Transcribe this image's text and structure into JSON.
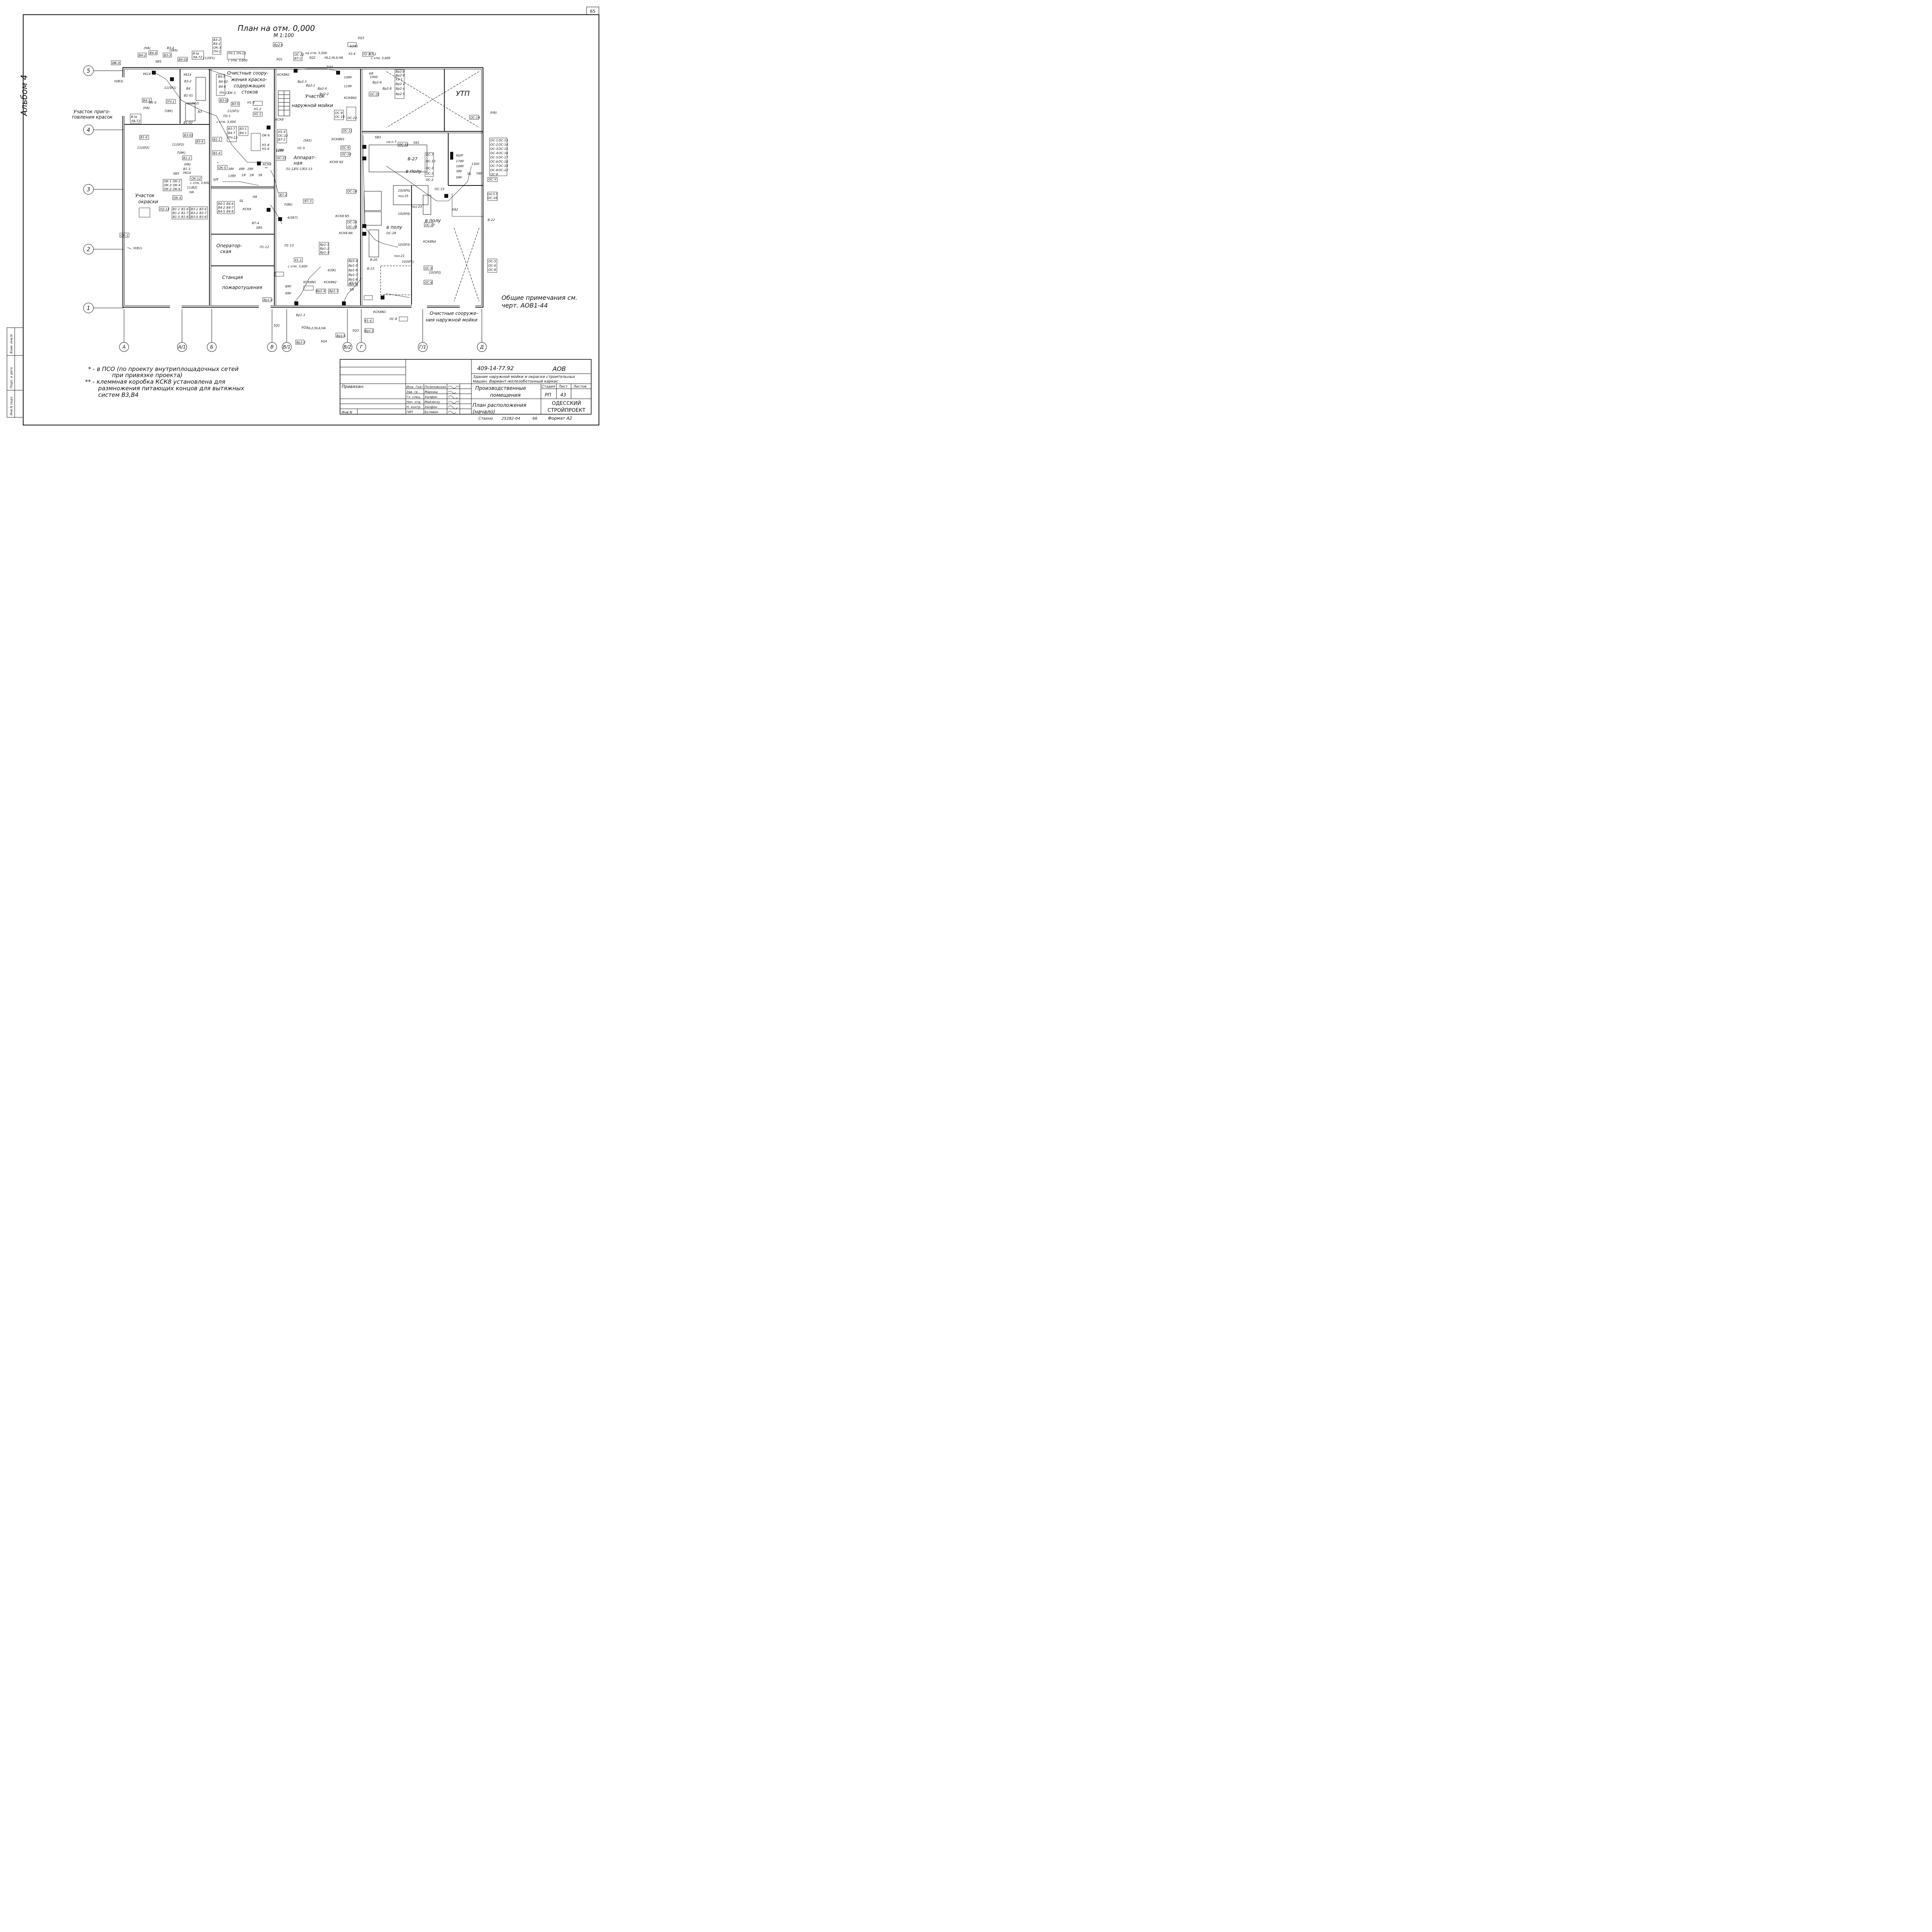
{
  "sheet": {
    "page_number": "65",
    "album": "Альбом 4",
    "plan_title": "План на отм. 0,000",
    "plan_scale": "М 1:100"
  },
  "axes": {
    "rows": [
      "1",
      "2",
      "3",
      "4",
      "5"
    ],
    "cols": [
      "А",
      "А/1",
      "Б",
      "В",
      "В/1",
      "В/2",
      "Г",
      "Г/1",
      "Д"
    ]
  },
  "rooms": {
    "paint_prep": [
      "Участок приго-",
      "товления красок"
    ],
    "paint_area": [
      "Участок",
      "окраски"
    ],
    "treatment_paint": [
      "Очистные соору-",
      "жения краско-",
      "содержащих",
      "стоков"
    ],
    "outdoor_wash": [
      "Участок",
      "наружной мойки"
    ],
    "utp": "УТП",
    "apparatus": [
      "Аппарат-",
      "ная"
    ],
    "operator": [
      "Оператор-",
      "ская"
    ],
    "fire_station": [
      "Станция",
      "пожаротушения"
    ],
    "treatment_wash": [
      "Очистные сооруже-",
      "ния наружной мойки"
    ],
    "in_floor_1": "в полу",
    "in_floor_2": "в полу",
    "in_floor_3": "в полу"
  },
  "notes": {
    "general_1": "Общие примечания см.",
    "general_2": "черт. АОВ1-44",
    "star_1": "* - в ПСО (по проекту внутриплощадочных сетей",
    "star_2": "при привязке проекта)",
    "dstar_1": "** - клеммная коробка КСК8 установлена для",
    "dstar_2": "размножения питающих концов для вытяжных",
    "dstar_3": "систем В3,В4"
  },
  "labels": {
    "ok3": "ОК-3",
    "v4_2": "В4-2",
    "na_top": "(НА)",
    "v4_4": "В4-4",
    "sbs": "SBS",
    "sb5_top": "(SB5)",
    "v3_4": "В3-4",
    "v3_3": "В3-3",
    "v4_01": "В4-01",
    "v3_ia": "В-Іа",
    "ia_t2": "ЛА-Т2",
    "sp1_top": "11(SP1)",
    "pu1": "ПЧ-1",
    "pu13": "ПЧ-13",
    "s_otm_3600a": "с отм. 3,600",
    "v3_2stack": "В3-2",
    "v4_2stack": "В4-2",
    "ok3stack": "ОК-3",
    "pu1stack": "ПЧ-1",
    "u614": "У614",
    "u614b": "У614",
    "v4": "В4",
    "v3": "В3",
    "v3_2": "В3-2",
    "v1_01": "В1-01",
    "v4_5": "В4-5",
    "v4_02": "В4-02",
    "v4_6": "В4-6",
    "pu13b": "ПЧ-13",
    "ok3b": "ОК-3",
    "v4_3": "В4-3",
    "na_l": "(НА)",
    "v1_s": "В1-S",
    "pu1b": "ПЧ-1",
    "k8_7": "7(8К)",
    "v_ia": "В-Іа",
    "ia_t2b": "ЛА-Т2",
    "sp1_l": "11(SP1)",
    "sp2_l": "11(SP2)",
    "sp2_m": "11(SP2)",
    "sp2_b": "11(SP2)",
    "v1_02": "В1-02",
    "v3_01": "В3-01",
    "v3_6": "В3-6",
    "v1_6": "В1-6",
    "v3_s": "В3-S",
    "v3_01b": "В3-01",
    "sp1_m": "11(SP1)",
    "p2_1": "П2-1",
    "s_otm_3600b": "с отм. 3,600",
    "v3_7": "В3-7",
    "v4_7": "В4-7",
    "pu13c": "ПЧ-13",
    "v3_1": "В3-1",
    "v4_1": "В4-1",
    "n1_3": "Н1-3",
    "n1_2": "Н1-2",
    "n1_1": "Н1-1",
    "ksk8_top": "КСК8",
    "v1_1": "В1-1",
    "v1_4": "В1-4",
    "v1_2": "В1-2",
    "na_m": "(НА)",
    "v1_3": "В1-3",
    "u614c": "У614",
    "k8_7b": "7(8К)",
    "sb5": "SB5",
    "ok_s": "ОК-S",
    "ok_1": "ОК-1",
    "ok_2": "ОК-2",
    "ok_3": "ОК-3",
    "ok_4": "ОК-4",
    "ok_2b": "ОК-2",
    "ok_6": "ОК-6",
    "ok_4b": "ОК-4",
    "ok_12": "ОК-12",
    "v82": "11(В2)",
    "na_b": "НА",
    "p2_13": "П2-13",
    "s_otm_3600c": "с отм. 3,600",
    "y3": "3ЯУ",
    "y4": "4ЯУ",
    "y2": "2ЯУ",
    "ksk8_m": "КСК8",
    "dstar": "**",
    "star": "*",
    "y12": "12ЯУ",
    "y13": "13ЯУ",
    "ya1": "1Я",
    "ya2": "2Я",
    "ya3": "3Я",
    "shu": "ШУ",
    "shch": "Щ",
    "v1_1t": "В1-1",
    "v1_6t": "В1-6",
    "v1_2t": "В1-2",
    "v1_7t": "В1-7",
    "v1_5t": "В1-5",
    "v1_8t": "В1-8",
    "v3_1t": "В3-1",
    "v3_6t": "В3-6",
    "v3_2t": "В3-2",
    "v3_7t": "В3-7",
    "v3_st": "В3-S",
    "v3_8t": "В3-8",
    "v4_1t": "В4-1",
    "v4_6t": "В4-6",
    "v4_2t": "В4-2",
    "v4_7t": "В4-7",
    "v4_st": "В4-S",
    "v4_8t": "В4-8",
    "ksk8_b": "КСК8",
    "na_bb": "НА",
    "k8_7c": "7(8К)",
    "sk7": "6(SK7)",
    "v87_2": "В7-2",
    "v87_3": "В7-3",
    "v87_4": "В7-4",
    "sbs_b": "SBS",
    "p1_12": "П1-12",
    "p1_13": "П1-13",
    "u1_1": "У1-1",
    "s_otm_3600d": "с отм. 3,600",
    "sq1": "SQ1",
    "sq2": "SQ2",
    "sq4": "SQ4",
    "sq3": "SQ3",
    "sk": "6(SK)",
    "hl": "НL2,НL4,НА",
    "na_otm": "на отм. 5,500",
    "vr2_3": "Вр2-3",
    "vr2_1": "Вр2-1",
    "vr2_4": "Вр2-4",
    "vr2_2": "Вр2-2",
    "vr2_6": "Вр2-6",
    "oc22": "ОС-22",
    "v87_2t": "В7-2",
    "ksk8n1": "КСК8N1",
    "ksk8n2": "КСК8N2",
    "ksk8n3": "КСК8N3",
    "ksk8n2b": "КСК8 N2",
    "ksk8n5": "КСК8 N5",
    "ksk8n6": "КСК8 N6",
    "ksk8n4": "КСК8N4",
    "ksk8n1b": "КСК8N1",
    "ksk8n2c": "КСК8N2",
    "ksk8n1c": "КСК8N1",
    "y10": "10ЯУ",
    "y11": "11ЯУ",
    "ya6": "6Я",
    "n1000": "1000",
    "u2_4": "У2-4",
    "u2_1": "У2-1",
    "v87_2u": "В7-2",
    "s_otm_3600e": "с отм. 3,600",
    "vr2_8": "Вр2-8",
    "vr2_9": "Вр2-9",
    "u2_1b": "У2-1",
    "vr2_1b": "Вр2-1",
    "vr2_4b": "Вр2-4",
    "vr2_5": "Вр2-5",
    "vr2_9b": "Вр2-9",
    "vr2_8b": "Вр2-8",
    "oc22b": "ОС-22",
    "oc9": "ОС-9",
    "oc19": "ОС-19",
    "oc22c": "ОС-22",
    "oc11": "ОС-11",
    "oc9b": "ОС-9",
    "oc10": "ОС-10",
    "n1_4": "Н1-4",
    "oc22d": "ОС-22",
    "v87_2v": "В7-2",
    "n1_5": "Н1-5",
    "ok_6b": "ОК-6",
    "n1_8": "Н1-8",
    "n1_6": "Н1-6",
    "y12b": "12ЯУ",
    "sa1": "(SA1)",
    "oc22e": "ОС-22",
    "p1_12b": "П1-12",
    "p1_13b": "П1-13",
    "p2_13b": "П2-13",
    "sb3": "SB3",
    "smp7": "см.п.7",
    "ya1_r": "УА1",
    "oc12": "ОС-12",
    "v27": "В-27",
    "oc18": "ОС-18",
    "oc19b": "ОС-19",
    "sps": "10(SPS)",
    "poz25": "поз.25",
    "poz23": "поз.23",
    "sp4": "10(SP4)",
    "oc17": "ОС-17",
    "oc15": "ОС-15",
    "oc7": "ОС-7",
    "oc13": "ОС-13",
    "oc3": "ОС-3",
    "oc1": "ОС-1",
    "oc2": "ОС-2",
    "y17": "17ЯУ",
    "y18": "18ЯУ",
    "y3r": "3ЯУ",
    "y5": "5ЯУ",
    "y7": "7ЯУ",
    "sch_r": "Щ",
    "n1300": "1300",
    "ocy": "ОС-Ч",
    "shr": "6ШР",
    "na_r": "(НА)",
    "oc14": "ОС-14",
    "smp7b": "см.п.7",
    "oc16": "ОС-16",
    "ua2": "УА2",
    "v22": "В-22",
    "oc_list_a": [
      "ОС-1",
      "ОС-2",
      "ОС-3",
      "ОС-4",
      "ОС-5",
      "ОС-6",
      "ОС-7",
      "ОС-8",
      "ОС-9"
    ],
    "oc_list_b": [
      "ОС-13",
      "ОС-14",
      "ОС-15",
      "ОС-16",
      "ОС-17",
      "ОС-18",
      "ОС-19",
      "ОС-22"
    ],
    "oc28": "ОС-28",
    "oc29": "ОС-29",
    "sp3": "10(SP3)",
    "poz21": "поз.21",
    "v20": "В-20",
    "v15": "В-15",
    "sp1r": "10(SP1)",
    "sp2r": "10(SP2)",
    "oc5": "ОС-5",
    "oc6": "ОС-6",
    "oc8": "ОС-8",
    "oc5b": "ОС-5",
    "oc6b": "ОС-6",
    "oc8b": "ОС-8",
    "vr1_1": "Вр1-1",
    "vr1_2": "Вр1-2",
    "vr1_3": "Вр1-3",
    "vr1_4": "Вр1-4",
    "vr1_5": "Вр1-5",
    "vr1_6": "Вр1-6",
    "vr1_7": "Вр1-7",
    "vr1_8": "Вр1-8",
    "vr1_9": "Вр1-9",
    "vr1_3b": "Вр1-3",
    "vr1_6b": "Вр1-6",
    "vr1_8b": "Вр1-8",
    "y8": "8ЯУ",
    "y9": "9ЯУ",
    "ya5": "5Я",
    "u1_1b": "У1-1",
    "u1_4": "У1-4",
    "vr1_5b": "Вр1-5",
    "vr1_2b": "Вр1-2",
    "vr1_4b": "Вр1-4",
    "vr1_7b": "Вр1-7",
    "sq1b": "SQ1",
    "sq2b": "SQ2",
    "hlb": "НL2,НL4,НА",
    "sq3b": "SQ3",
    "sq4b": "SQ4",
    "sk_b": "6(SK)",
    "ok1": "ОК-1",
    "b1": "Н(В1)",
    "ok3l": "ОК-3",
    "b3": "Н(В3)"
  },
  "title_block": {
    "doc_code": "409-14-77.92",
    "section": "АОВ",
    "building_1": "Здание наружной мойки и окраски строительных",
    "building_2": "машин. Вариант-железобетонный каркас",
    "sheet_name_1": "Производственные",
    "sheet_name_2": "помещения",
    "drawing_1": "План расположения",
    "drawing_2": "(начало)",
    "stage_h": "Стадия",
    "sheet_h": "Лист",
    "sheets_h": "Листов",
    "stage": "РП",
    "sheet": "43",
    "org_1": "ОДЕССКИЙ",
    "org_2": "СТРОЙПРОЕКТ",
    "linked": "Привязан:",
    "inv": "Инв.N",
    "roles": [
      "Инж. Гкат",
      "Зав. гр.",
      "Гл. спец.",
      "Нач. отд.",
      "Н. контр.",
      "ГИП"
    ],
    "names": [
      "Полиновская",
      "Маркиш",
      "Халфин",
      "Майзеску",
      "Халфин",
      "Булавин"
    ],
    "copy_1": "Стахно",
    "copy_2": "25282-04",
    "copy_3": "66",
    "format": "Формат А2"
  },
  "side_stamp": [
    "Инв.N подл.",
    "Подп. и дата",
    "Взам. инв.N"
  ]
}
